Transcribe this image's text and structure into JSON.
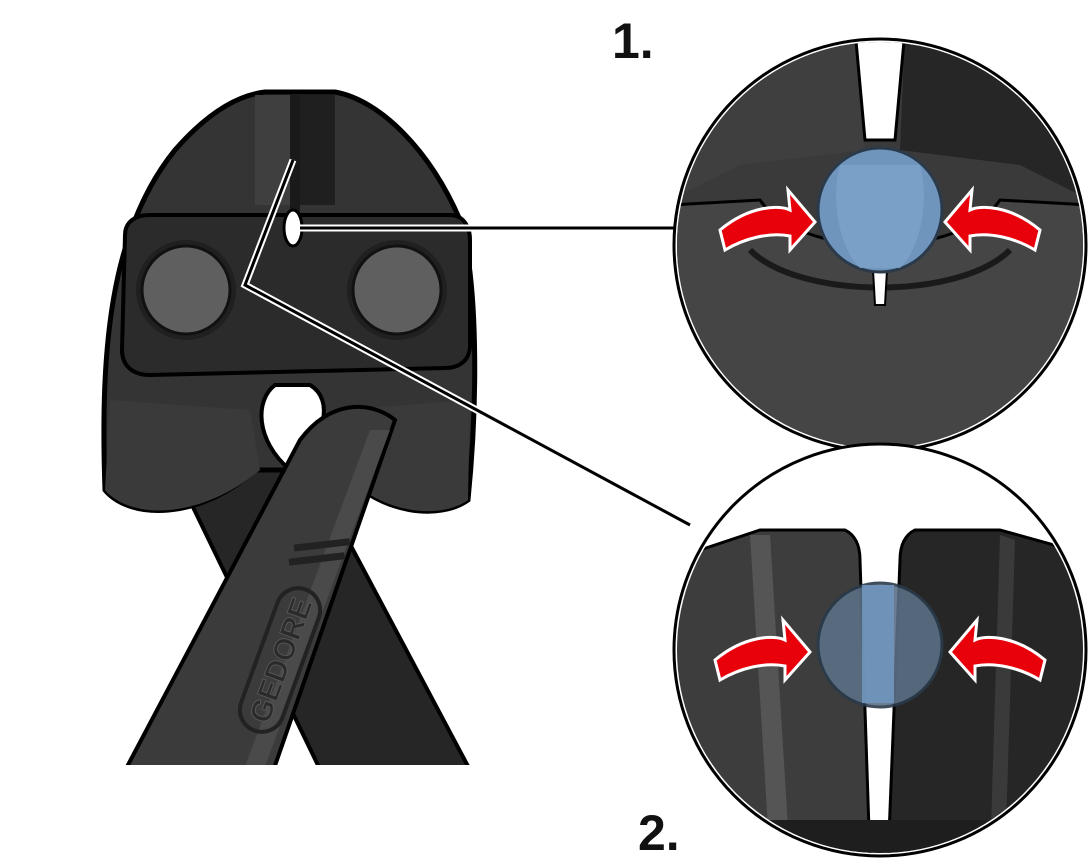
{
  "steps": [
    {
      "label": "1."
    },
    {
      "label": "2."
    }
  ],
  "brand": {
    "logo_text": "GEDORE"
  },
  "colors": {
    "tool_dark": "#2e2e2e",
    "tool_mid": "#3d3d3d",
    "tool_light": "#555555",
    "bolt": "#5f5f5f",
    "wire_blue": "#6f95bd",
    "arrow_red": "#e8000b",
    "outline": "#000000"
  }
}
